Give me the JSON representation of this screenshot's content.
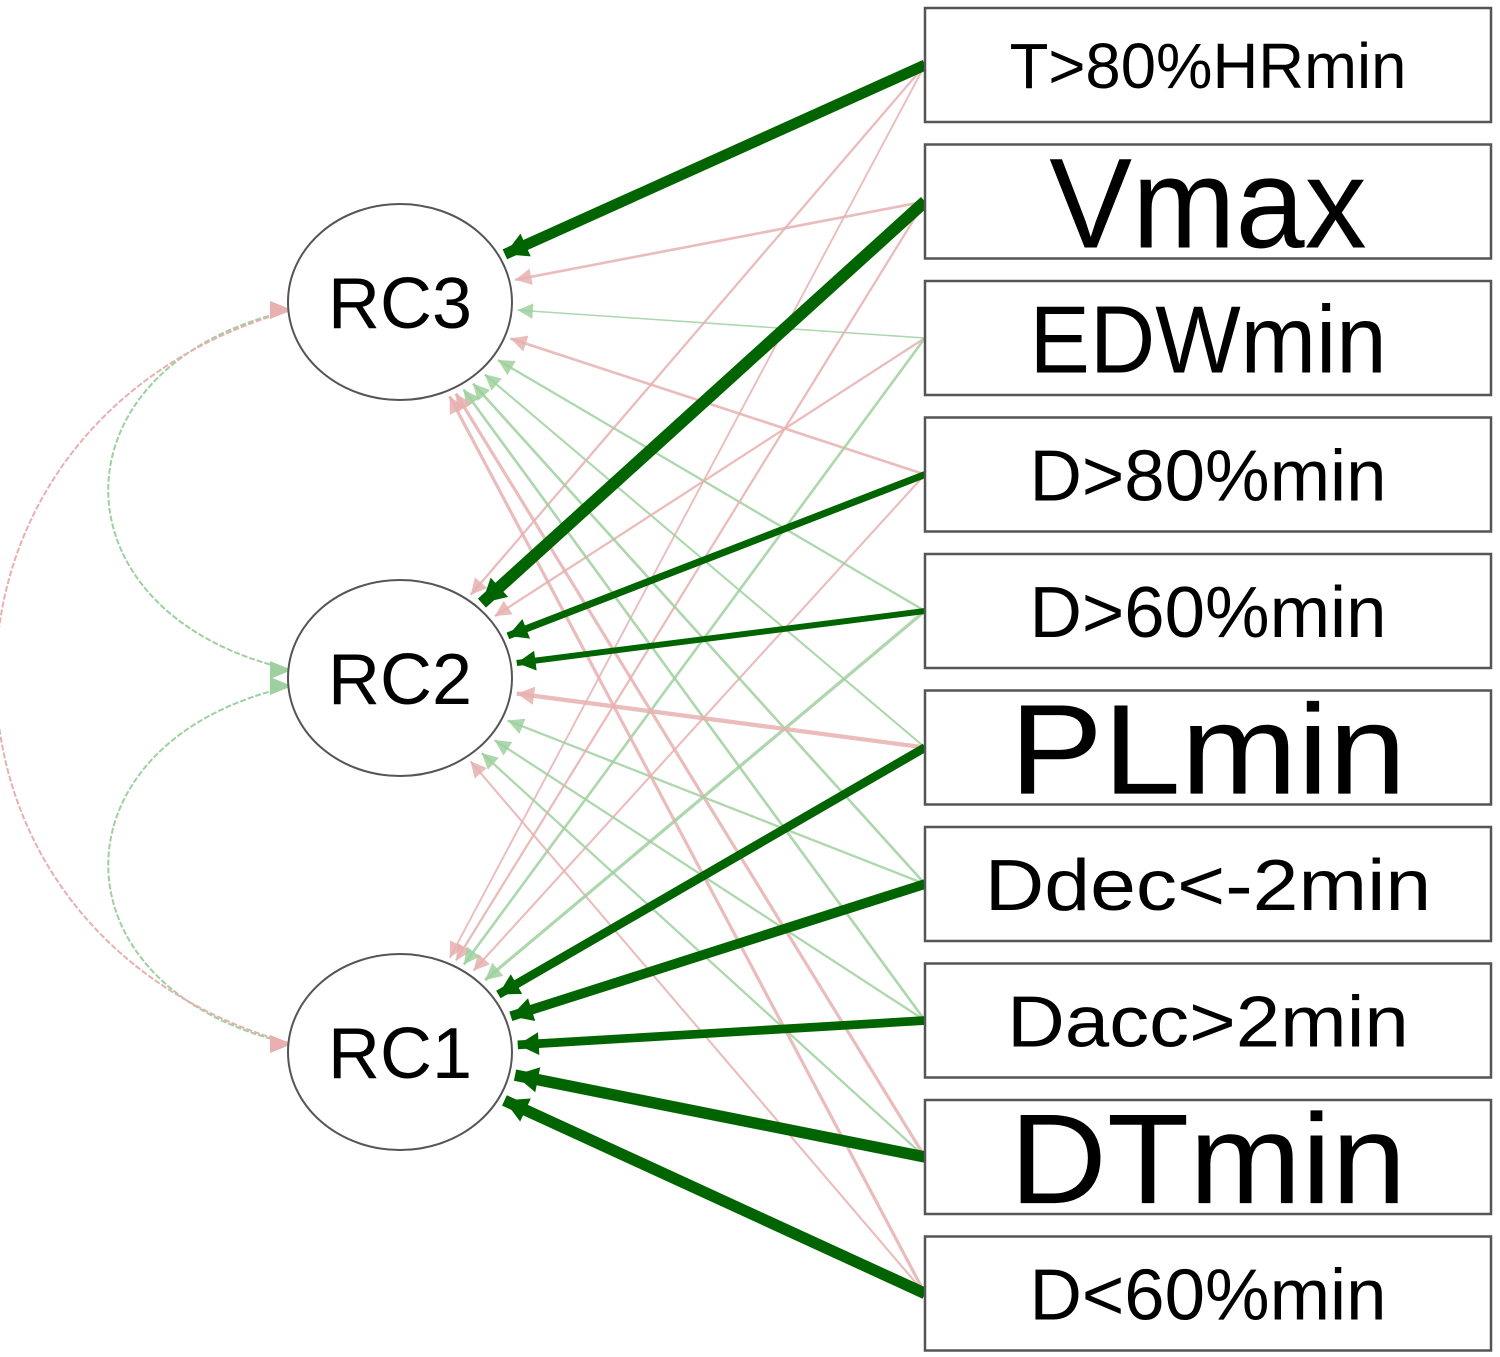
{
  "factors": [
    {
      "id": "RC3",
      "label": "RC3"
    },
    {
      "id": "RC2",
      "label": "RC2"
    },
    {
      "id": "RC1",
      "label": "RC1"
    }
  ],
  "variables": [
    {
      "id": "v1",
      "label": "T>80%HRmin"
    },
    {
      "id": "v2",
      "label": "Vmax"
    },
    {
      "id": "v3",
      "label": "EDWmin"
    },
    {
      "id": "v4",
      "label": "D>80%min"
    },
    {
      "id": "v5",
      "label": "D>60%min"
    },
    {
      "id": "v6",
      "label": "PLmin"
    },
    {
      "id": "v7",
      "label": "Ddec<-2min"
    },
    {
      "id": "v8",
      "label": "Dacc>2min"
    },
    {
      "id": "v9",
      "label": "DTmin"
    },
    {
      "id": "v10",
      "label": "D<60%min"
    }
  ],
  "colors": {
    "positive": "#006400",
    "negative": "#d98080",
    "positive_faint": "#9fd09f",
    "negative_faint": "#e8b0b0",
    "node_stroke": "#555555"
  },
  "loadings": [
    {
      "factor": "RC3",
      "variable": "v1",
      "sign": "positive",
      "strength": 0.9
    },
    {
      "factor": "RC3",
      "variable": "v2",
      "sign": "negative",
      "strength": 0.15
    },
    {
      "factor": "RC3",
      "variable": "v3",
      "sign": "positive",
      "strength": 0.05
    },
    {
      "factor": "RC3",
      "variable": "v4",
      "sign": "negative",
      "strength": 0.15
    },
    {
      "factor": "RC3",
      "variable": "v5",
      "sign": "positive",
      "strength": 0.12
    },
    {
      "factor": "RC3",
      "variable": "v6",
      "sign": "positive",
      "strength": 0.1
    },
    {
      "factor": "RC3",
      "variable": "v7",
      "sign": "positive",
      "strength": 0.15
    },
    {
      "factor": "RC3",
      "variable": "v8",
      "sign": "positive",
      "strength": 0.15
    },
    {
      "factor": "RC3",
      "variable": "v9",
      "sign": "negative",
      "strength": 0.2
    },
    {
      "factor": "RC3",
      "variable": "v10",
      "sign": "negative",
      "strength": 0.2
    },
    {
      "factor": "RC2",
      "variable": "v1",
      "sign": "negative",
      "strength": 0.12
    },
    {
      "factor": "RC2",
      "variable": "v2",
      "sign": "positive",
      "strength": 1.0
    },
    {
      "factor": "RC2",
      "variable": "v3",
      "sign": "negative",
      "strength": 0.12
    },
    {
      "factor": "RC2",
      "variable": "v4",
      "sign": "positive",
      "strength": 0.55
    },
    {
      "factor": "RC2",
      "variable": "v5",
      "sign": "positive",
      "strength": 0.45
    },
    {
      "factor": "RC2",
      "variable": "v6",
      "sign": "negative",
      "strength": 0.3
    },
    {
      "factor": "RC2",
      "variable": "v7",
      "sign": "positive",
      "strength": 0.12
    },
    {
      "factor": "RC2",
      "variable": "v8",
      "sign": "positive",
      "strength": 0.12
    },
    {
      "factor": "RC2",
      "variable": "v9",
      "sign": "positive",
      "strength": 0.12
    },
    {
      "factor": "RC2",
      "variable": "v10",
      "sign": "negative",
      "strength": 0.1
    },
    {
      "factor": "RC1",
      "variable": "v1",
      "sign": "negative",
      "strength": 0.08
    },
    {
      "factor": "RC1",
      "variable": "v2",
      "sign": "negative",
      "strength": 0.12
    },
    {
      "factor": "RC1",
      "variable": "v3",
      "sign": "positive",
      "strength": 0.15
    },
    {
      "factor": "RC1",
      "variable": "v4",
      "sign": "negative",
      "strength": 0.1
    },
    {
      "factor": "RC1",
      "variable": "v5",
      "sign": "positive",
      "strength": 0.2
    },
    {
      "factor": "RC1",
      "variable": "v6",
      "sign": "positive",
      "strength": 0.7
    },
    {
      "factor": "RC1",
      "variable": "v7",
      "sign": "positive",
      "strength": 0.8
    },
    {
      "factor": "RC1",
      "variable": "v8",
      "sign": "positive",
      "strength": 0.7
    },
    {
      "factor": "RC1",
      "variable": "v9",
      "sign": "positive",
      "strength": 0.95
    },
    {
      "factor": "RC1",
      "variable": "v10",
      "sign": "positive",
      "strength": 0.95
    }
  ],
  "correlations": [
    {
      "from": "RC3",
      "to": "RC2",
      "sign": "positive",
      "strength": 0.1
    },
    {
      "from": "RC2",
      "to": "RC1",
      "sign": "positive",
      "strength": 0.1
    },
    {
      "from": "RC3",
      "to": "RC1",
      "sign": "negative",
      "strength": 0.05
    }
  ]
}
